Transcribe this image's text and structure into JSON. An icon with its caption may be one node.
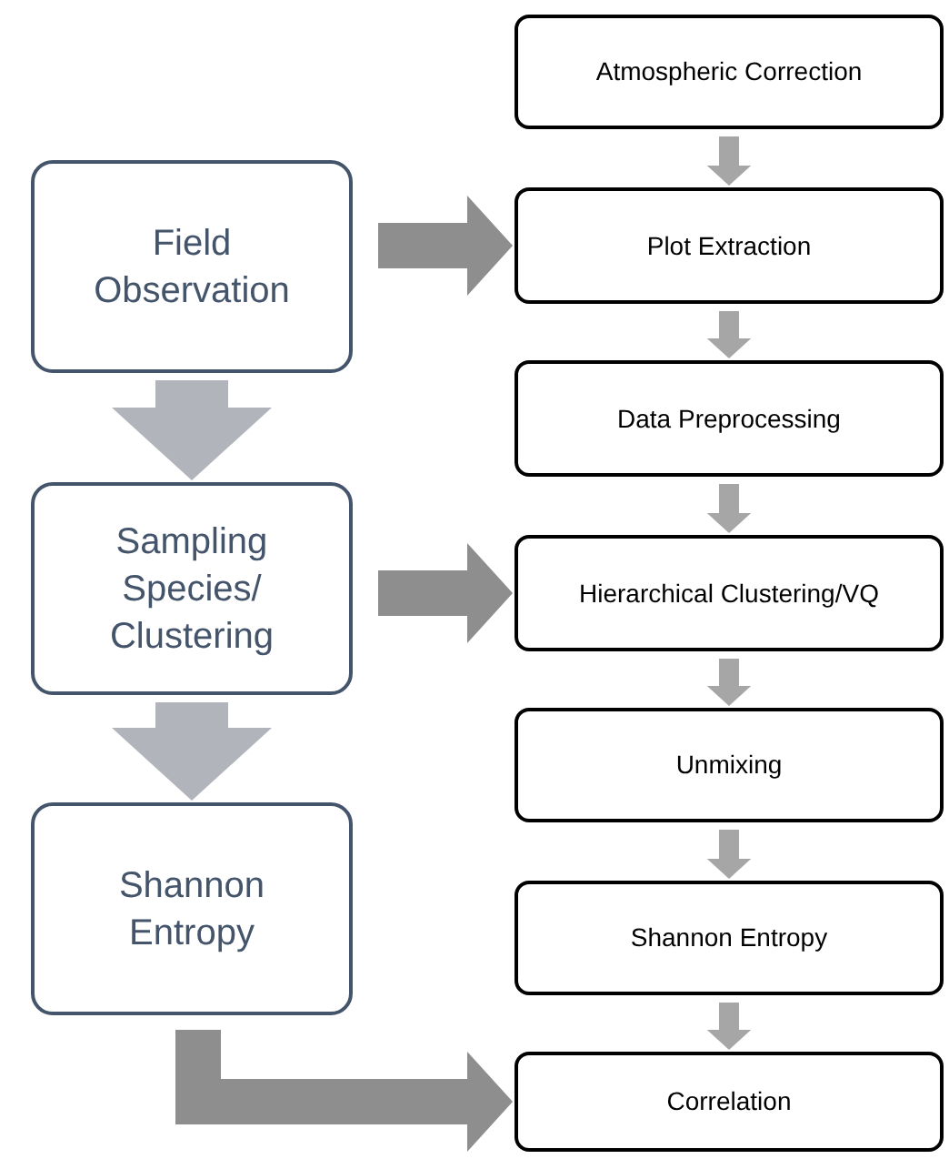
{
  "diagram": {
    "nodes": [
      {
        "text": [
          "Field Observation"
        ]
      },
      {
        "text": [
          "Sampling Species/ Clustering"
        ]
      },
      {
        "text": [
          "Shannon Entropy"
        ]
      },
      {
        "text": [
          "Atmospheric Correction"
        ]
      },
      {
        "text": [
          "Plot Extraction"
        ]
      },
      {
        "text": [
          "Data Preprocessing"
        ]
      },
      {
        "text": [
          "Hierarchical Clustering/VQ"
        ]
      },
      {
        "text": [
          "Unmixing"
        ]
      },
      {
        "text": [
          "Shannon Entropy"
        ]
      },
      {
        "text": [
          "Correlation"
        ]
      }
    ],
    "edges": [
      {
        "from": 0,
        "to": 1,
        "arrow": "to",
        "style": "thick",
        "color": "#b1b4bb"
      },
      {
        "from": 1,
        "to": 2,
        "arrow": "to",
        "style": "thick",
        "color": "#b1b4bb"
      },
      {
        "from": 0,
        "to": 4,
        "arrow": "to",
        "style": "thick",
        "color": "#8e8e8e"
      },
      {
        "from": 1,
        "to": 6,
        "arrow": "to",
        "style": "thick",
        "color": "#8e8e8e"
      },
      {
        "from": 2,
        "to": 9,
        "arrow": "to",
        "style": "thick",
        "color": "#8e8e8e"
      },
      {
        "from": 3,
        "to": 4,
        "arrow": "to"
      },
      {
        "from": 4,
        "to": 5,
        "arrow": "to"
      },
      {
        "from": 5,
        "to": 6,
        "arrow": "to"
      },
      {
        "from": 6,
        "to": 7,
        "arrow": "to"
      },
      {
        "from": 7,
        "to": 8,
        "arrow": "to"
      },
      {
        "from": 8,
        "to": 9,
        "arrow": "to"
      }
    ]
  }
}
